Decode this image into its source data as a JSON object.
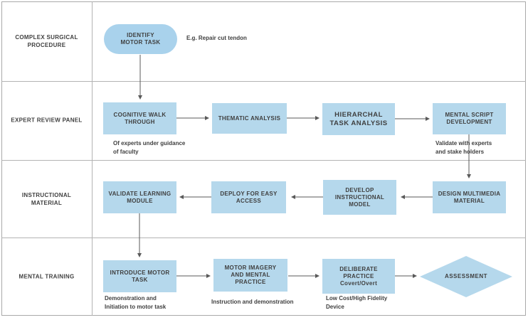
{
  "lanes": [
    {
      "label": "COMPLEX SURGICAL\nPROCEDURE"
    },
    {
      "label": "EXPERT REVIEW PANEL"
    },
    {
      "label": "INSTRUCTIONAL\nMATERIAL"
    },
    {
      "label": "MENTAL TRAINING"
    }
  ],
  "nodes": {
    "identify": {
      "label": "IDENTIFY\nMOTOR TASK",
      "shape": "stadium"
    },
    "cognitive_walkthrough": {
      "label": "COGNITIVE WALK\nTHROUGH",
      "shape": "rect"
    },
    "thematic_analysis": {
      "label": "THEMATIC ANALYSIS",
      "shape": "rect"
    },
    "hierarchal_task_analysis": {
      "label": "HIERARCHAL\nTASK ANALYSIS",
      "shape": "rect"
    },
    "mental_script_development": {
      "label": "MENTAL SCRIPT\nDEVELOPMENT",
      "shape": "rect"
    },
    "design_multimedia_material": {
      "label": "DESIGN MULTIMEDIA\nMATERIAL",
      "shape": "rect"
    },
    "develop_instructional_model": {
      "label": "DEVELOP\nINSTRUCTIONAL\nMODEL",
      "shape": "rect"
    },
    "deploy_for_easy_access": {
      "label": "DEPLOY FOR EASY\nACCESS",
      "shape": "rect"
    },
    "validate_learning_module": {
      "label": "VALIDATE LEARNING\nMODULE",
      "shape": "rect"
    },
    "introduce_motor_task": {
      "label": "INTRODUCE MOTOR\nTASK",
      "shape": "rect"
    },
    "motor_imagery_mental_practice": {
      "label": "MOTOR IMAGERY\nAND MENTAL\nPRACTICE",
      "shape": "rect"
    },
    "deliberate_practice": {
      "label": "DELIBERATE\nPRACTICE\nCovert/Overt",
      "shape": "rect"
    },
    "assessment": {
      "label": "ASSESSMENT",
      "shape": "diamond"
    }
  },
  "annotations": {
    "example": "E.g. Repair cut tendon",
    "experts_guidance": "Of experts under guidance\nof faculty",
    "validate_experts": "Validate with experts\nand stake holders",
    "demonstration": "Demonstration and\nInitiation to motor task",
    "instruction": "Instruction and demonstration",
    "low_cost_device": "Low Cost/High Fidelity\nDevice"
  },
  "colors": {
    "node_fill": "#b5d8ec",
    "start_fill": "#a9d2ec",
    "connector": "#595959",
    "grid_line": "#b3b3b3",
    "text": "#3f3f3f"
  }
}
